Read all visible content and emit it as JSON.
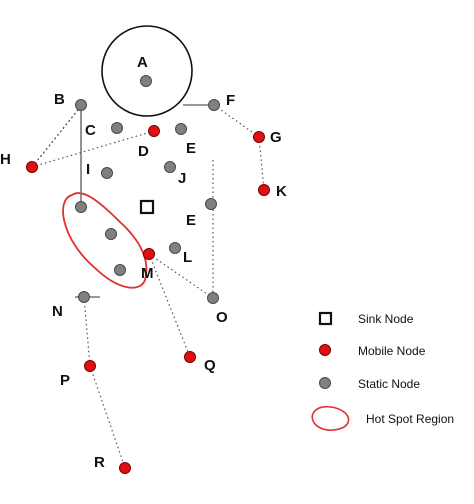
{
  "labels": {
    "A": "A",
    "B": "B",
    "C": "C",
    "D": "D",
    "E1": "E",
    "E2": "E",
    "F": "F",
    "G": "G",
    "H": "H",
    "I": "I",
    "J": "J",
    "K": "K",
    "L": "L",
    "M": "M",
    "N": "N",
    "O": "O",
    "P": "P",
    "Q": "Q",
    "R": "R"
  },
  "legend": {
    "sink": "Sink Node",
    "mobile": "Mobile Node",
    "static": "Static Node",
    "hotspot": "Hot Spot Region"
  },
  "colors": {
    "mobile": "#e01010",
    "static": "#808080",
    "hotspot": "#e03030",
    "sink": "#111111"
  }
}
